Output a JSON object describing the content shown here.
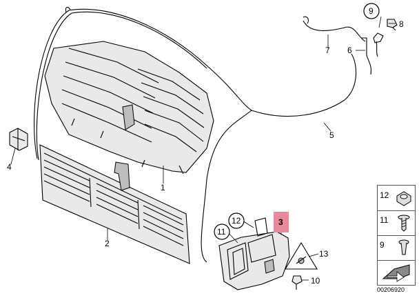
{
  "diagram": {
    "callouts": [
      {
        "id": "1",
        "text": "1"
      },
      {
        "id": "2",
        "text": "2"
      },
      {
        "id": "3",
        "text": "3"
      },
      {
        "id": "4",
        "text": "4"
      },
      {
        "id": "5",
        "text": "5"
      },
      {
        "id": "6",
        "text": "6"
      },
      {
        "id": "7",
        "text": "7"
      },
      {
        "id": "8",
        "text": "8"
      },
      {
        "id": "9",
        "text": "9"
      },
      {
        "id": "10",
        "text": "10"
      },
      {
        "id": "11",
        "text": "11"
      },
      {
        "id": "12",
        "text": "12"
      },
      {
        "id": "13",
        "text": "13"
      }
    ],
    "highlight_color": "#e88a9c"
  },
  "legend": {
    "rows": [
      {
        "number": "12",
        "icon": "nut-icon"
      },
      {
        "number": "11",
        "icon": "screw-icon"
      },
      {
        "number": "9",
        "icon": "clip-icon"
      },
      {
        "number": "",
        "icon": "arrow-icon"
      }
    ]
  },
  "catalog_number": "00206920"
}
